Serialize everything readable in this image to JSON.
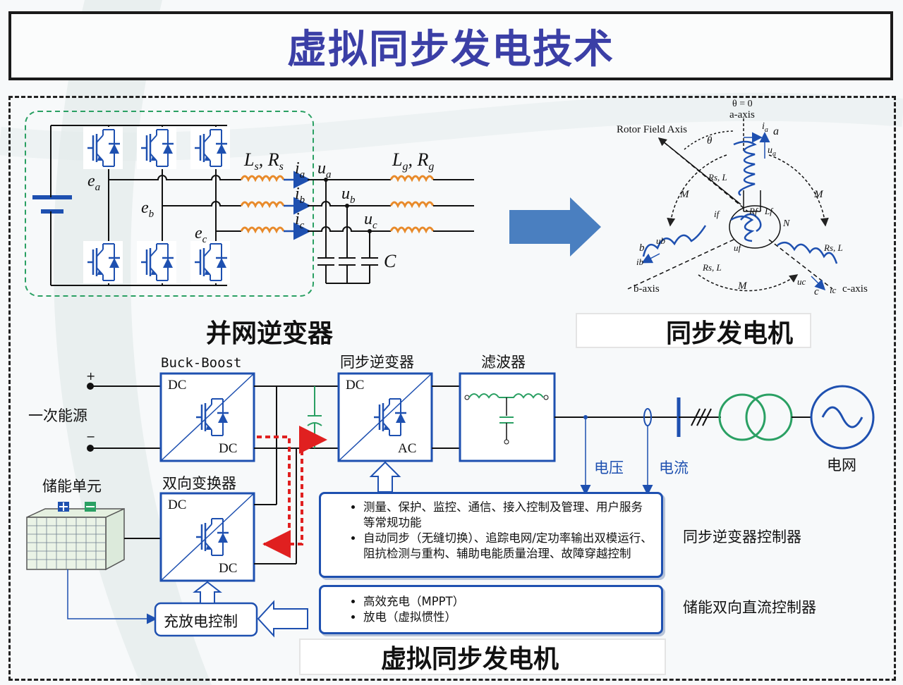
{
  "title": "虚拟同步发电技术",
  "top_left": {
    "caption": "并网逆变器",
    "labels": {
      "ea": "e",
      "ea_sub": "a",
      "eb": "e",
      "eb_sub": "b",
      "ec": "e",
      "ec_sub": "c",
      "ls_rs": "L",
      "ls_sub": "s",
      "rs_mid": ", R",
      "rs_sub": "s",
      "ia": "i",
      "ia_sub": "a",
      "ib": "i",
      "ib_sub": "b",
      "ic": "i",
      "ic_sub": "c",
      "ua": "u",
      "ua_sub": "a",
      "ub": "u",
      "ub_sub": "b",
      "uc": "u",
      "uc_sub": "c",
      "lg_rg": "L",
      "lg_sub": "g",
      "rg_mid": ", R",
      "rg_sub": "g",
      "cap": "C"
    }
  },
  "top_right": {
    "caption": "同步发电机",
    "labels": {
      "theta0": "θ = 0",
      "a_axis": "a-axis",
      "rotor_axis": "Rotor Field Axis",
      "theta": "θ",
      "ia": "i",
      "ia_sub": "a",
      "a": "a",
      "ua": "u",
      "ua_sub": "a",
      "rs_l_top": "Rs, L",
      "M_left": "M",
      "M_right": "M",
      "M_bottom": "M",
      "rf": "Rf",
      "lf": "Lf",
      "N": "N",
      "if": "if",
      "uf": "uf",
      "ub": "ub",
      "b": "b",
      "ib": "ib",
      "rs_l_left": "Rs, L",
      "rs_l_right": "Rs, L",
      "b_axis": "b-axis",
      "uc": "uc",
      "c": "c",
      "ic": "ic",
      "c_axis": "c-axis"
    }
  },
  "bottom": {
    "caption": "虚拟同步发电机",
    "primary_source": "一次能源",
    "plus": "+",
    "minus": "−",
    "buck_boost": "Buck-Boost",
    "dc1_top": "DC",
    "dc1_bottom": "DC",
    "sync_inverter": "同步逆变器",
    "dc2": "DC",
    "ac2": "AC",
    "filter": "滤波器",
    "voltage": "电压",
    "current": "电流",
    "grid": "电网",
    "storage": "储能单元",
    "bidir": "双向变换器",
    "dc3_top": "DC",
    "dc3_bottom": "DC",
    "charge_ctrl": "充放电控制",
    "list1": [
      "测量、保护、监控、通信、接入控制及管理、用户服务等常规功能",
      "自动同步（无缝切换）、追踪电网/定功率输出双模运行、阻抗检测与重构、辅助电能质量治理、故障穿越控制"
    ],
    "list2": [
      "高效充电（MPPT）",
      "放电（虚拟惯性）"
    ],
    "ctrl1": "同步逆变器控制器",
    "ctrl2": "储能双向直流控制器"
  },
  "colors": {
    "title": "#3b3fa6",
    "blue": "#1e50b0",
    "green_dash": "#2aa063",
    "arrow": "#4a7fc0",
    "inductor": "#e88a2a",
    "red_dash": "#e02020",
    "transformer": "#2aa063"
  }
}
